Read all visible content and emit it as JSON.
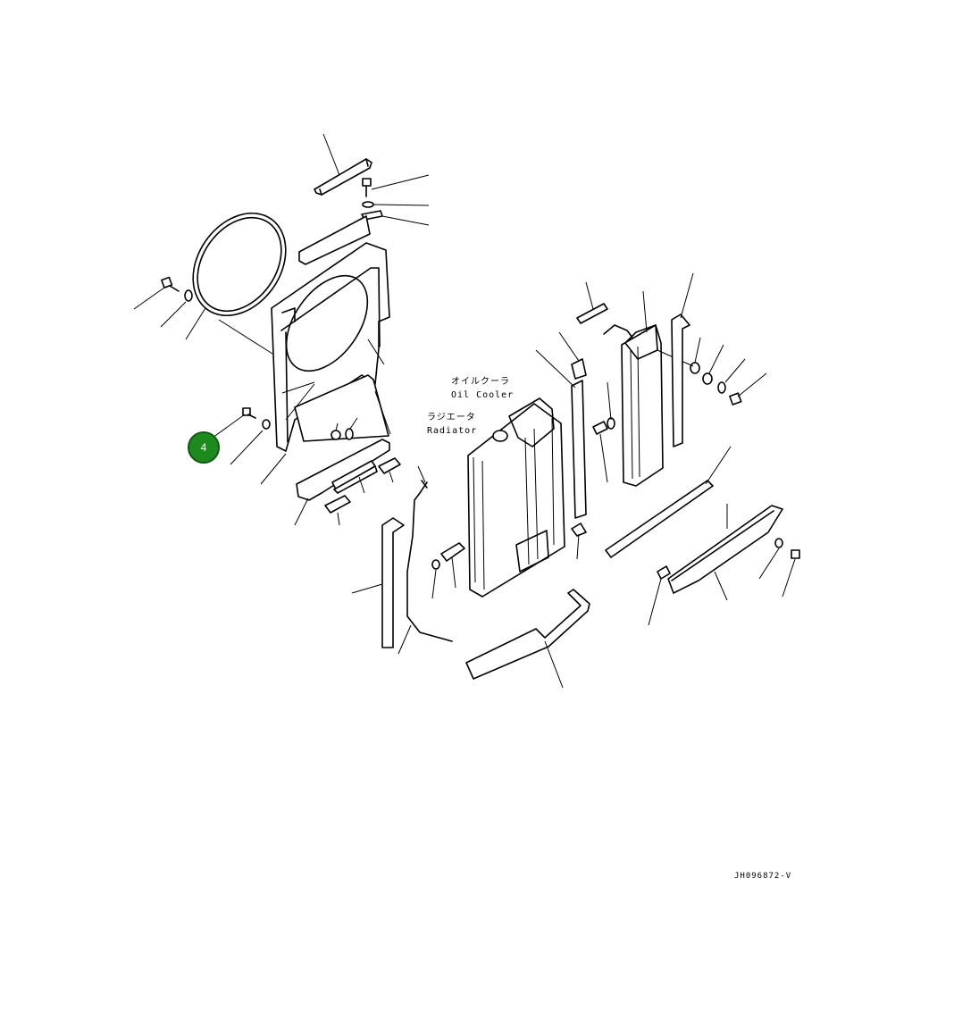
{
  "labels": {
    "oil_cooler_jp": "オイルクーラ",
    "oil_cooler_en": "Oil Cooler",
    "radiator_jp": "ラジエータ",
    "radiator_en": "Radiator"
  },
  "callout": {
    "number": "4",
    "color": "#1e8a1e"
  },
  "drawing_code": "JH096872-V"
}
